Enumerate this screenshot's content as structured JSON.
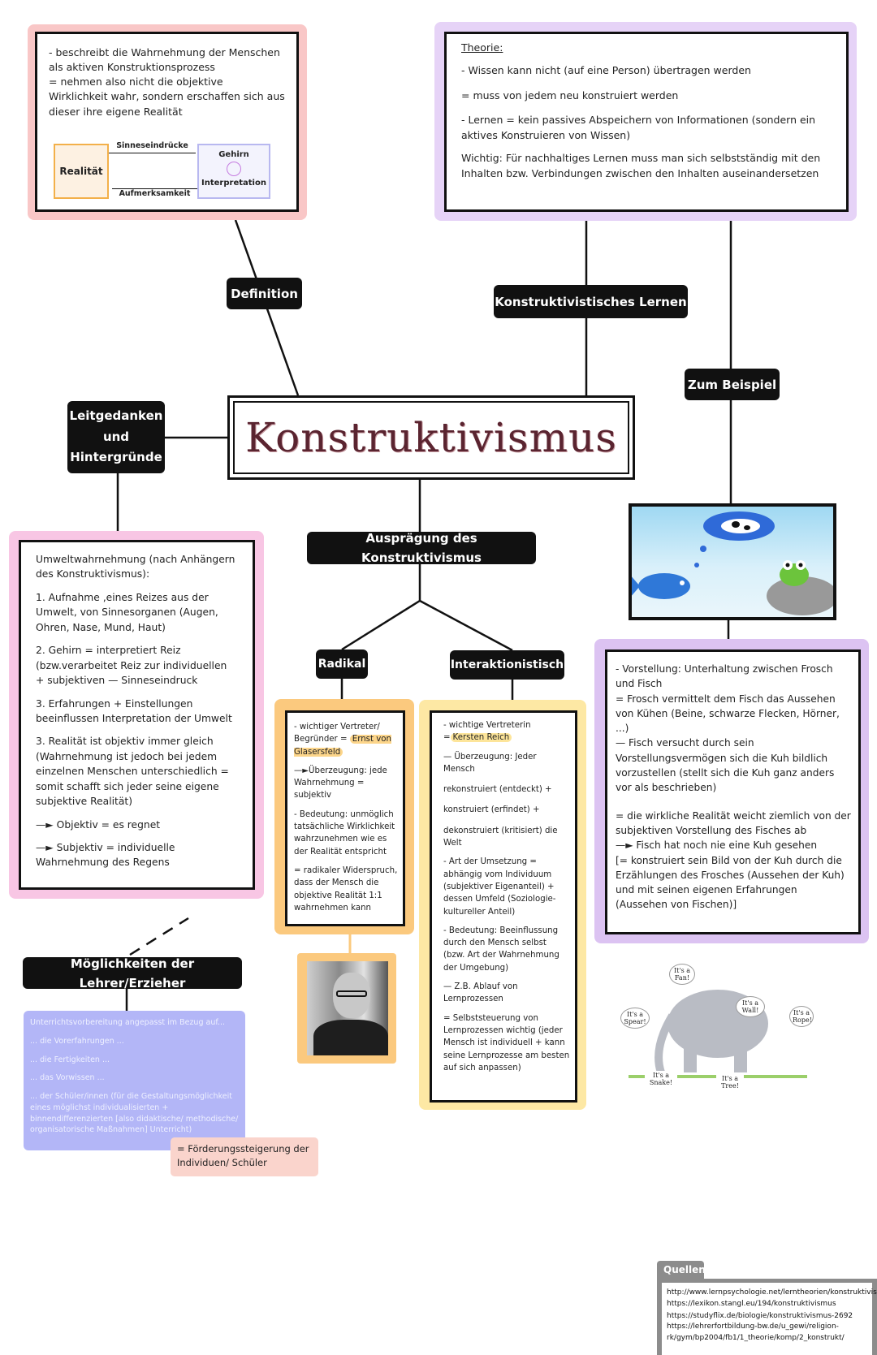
{
  "title": "Konstruktivismus",
  "nodes": {
    "definition": "Definition",
    "lernen": "Konstruktivistisches Lernen",
    "beispiel": "Zum Beispiel",
    "leitgedanken": "Leitgedanken und Hintergründe",
    "auspraegung": "Ausprägung des Konstruktivismus",
    "radikal": "Radikal",
    "interaktionistisch": "Interaktionistisch",
    "moeglichkeiten": "Möglichkeiten der Lehrer/Erzieher"
  },
  "definition_box": {
    "text": [
      "- beschreibt die Wahrnehmung der Menschen als aktiven Konstruktionsprozess",
      "= nehmen also nicht die objektive Wirklichkeit wahr, sondern erschaffen sich aus dieser ihre eigene Realität"
    ],
    "diagram": {
      "realitaet": "Realität",
      "gehirn": "Gehirn",
      "interpretation": "Interpretation",
      "sinneseindruecke": "Sinneseindrücke",
      "aufmerksamkeit": "Aufmerksamkeit"
    }
  },
  "theorie_box": {
    "heading": "Theorie:",
    "items": [
      "- Wissen kann nicht (auf eine Person) übertragen werden",
      "= muss von jedem neu konstruiert werden",
      "- Lernen = kein passives Abspeichern von Informationen (sondern ein aktives Konstruieren von Wissen)",
      "Wichtig: Für nachhaltiges Lernen muss man sich selbstständig mit den Inhalten bzw. Verbindungen zwischen den Inhalten auseinandersetzen"
    ]
  },
  "leitgedanken_box": {
    "items": [
      "Umweltwahrnehmung (nach Anhängern des Konstruktivismus):",
      "1. Aufnahme ‚eines Reizes aus der Umwelt, von Sinnesorganen (Augen, Ohren, Nase, Mund, Haut)",
      "2. Gehirn = interpretiert Reiz (bzw.verarbeitet Reiz zur individuellen + subjektiven — Sinneseindruck",
      "3. Erfahrungen + Einstellungen beeinflussen Interpretation der Umwelt",
      "3. Realität ist objektiv immer gleich (Wahrnehmung ist jedoch bei jedem einzelnen Menschen unterschiedlich = somit schafft sich jeder seine eigene subjektive Realität)",
      "—► Objektiv = es regnet",
      "—► Subjektiv = individuelle Wahrnehmung des Regens"
    ]
  },
  "radikal_box": {
    "vertreter_prefix": "- wichtiger Vertreter/ Begründer = ",
    "vertreter_name": "Ernst von Glasersfeld",
    "items": [
      "—►Überzeugung: jede Wahrnehmung = subjektiv",
      "- Bedeutung: unmöglich tatsächliche Wirklichkeit wahrzunehmen wie es der Realität entspricht",
      "= radikaler Widerspruch, dass der Mensch die objektive Realität 1:1 wahrnehmen kann"
    ]
  },
  "interaktionistisch_box": {
    "vertreter_prefix": "- wichtige Vertreterin =",
    "vertreter_name": "Kersten Reich",
    "items": [
      "— Überzeugung: Jeder Mensch",
      "rekonstruiert (entdeckt) +",
      "konstruiert (erfindet) +",
      "dekonstruiert (kritisiert) die Welt",
      "- Art der Umsetzung = abhängig vom Individuum (subjektiver Eigenanteil) + dessen Umfeld (Soziologie-kultureller Anteil)",
      "- Bedeutung: Beeinflussung durch den Mensch selbst (bzw. Art der Wahrnehmung der Umgebung)",
      "— Z.B. Ablauf von Lernprozessen",
      "= Selbststeuerung von Lernprozessen wichtig (jeder Mensch ist individuell + kann seine Lernprozesse am besten auf sich anpassen)"
    ]
  },
  "beispiel_box": {
    "items": [
      "- Vorstellung: Unterhaltung zwischen Frosch und Fisch",
      "= Frosch vermittelt dem Fisch das Aussehen von Kühen (Beine, schwarze Flecken, Hörner, ...)",
      "— Fisch versucht durch sein Vorstellungsvermögen sich die Kuh bildlich vorzustellen (stellt sich die Kuh ganz anders vor als beschrieben)",
      "= die wirkliche Realität weicht ziemlich von der subjektiven Vorstellung des Fisches ab",
      "—► Fisch hat noch nie eine Kuh gesehen",
      "[= konstruiert sein Bild von der Kuh durch die Erzählungen des Frosches (Aussehen der Kuh) und mit seinen eigenen Erfahrungen (Aussehen von Fischen)]"
    ]
  },
  "elephant_labels": [
    "It's a Fan!",
    "It's a Wall!",
    "It's a Spear!",
    "It's a Rope!",
    "It's a Snake!",
    "It's a Tree!"
  ],
  "moeglichkeiten_box": {
    "items": [
      "Unterrichtsvorbereitung angepasst im Bezug auf...",
      "... die Vorerfahrungen ...",
      "... die Fertigkeiten ...",
      "... das Vorwissen ...",
      "... der Schüler/innen (für die Gestaltungsmöglichkeit eines möglichst individualisierten + binnendifferenzierten [also didaktische/ methodische/ organisatorische Maßnahmen] Unterricht)"
    ],
    "result": "= Förderungssteigerung der Individuen/ Schüler"
  },
  "quellen": {
    "tab": "Quellen",
    "links": [
      "http://www.lernpsychologie.net/lerntheorien/konstruktivismus",
      "https://lexikon.stangl.eu/194/konstruktivismus",
      "https://studyflix.de/biologie/konstruktivismus-2692",
      "https://lehrerfortbildung-bw.de/u_gewi/religion-rk/gym/bp2004/fb1/1_theorie/komp/2_konstrukt/"
    ]
  },
  "colors": {
    "definition_frame": "#f9c7c7",
    "theorie_frame": "#e6d3f7",
    "leitgedanken_frame": "#f8c6e4",
    "radikal_frame": "#fbc97e",
    "interakt_frame": "#fde8a4",
    "beispiel_frame": "#dcc3f2",
    "moeglichkeiten_fill": "#b3b6f7",
    "result_fill": "#fad4cc",
    "title_text": "#5a2430"
  }
}
